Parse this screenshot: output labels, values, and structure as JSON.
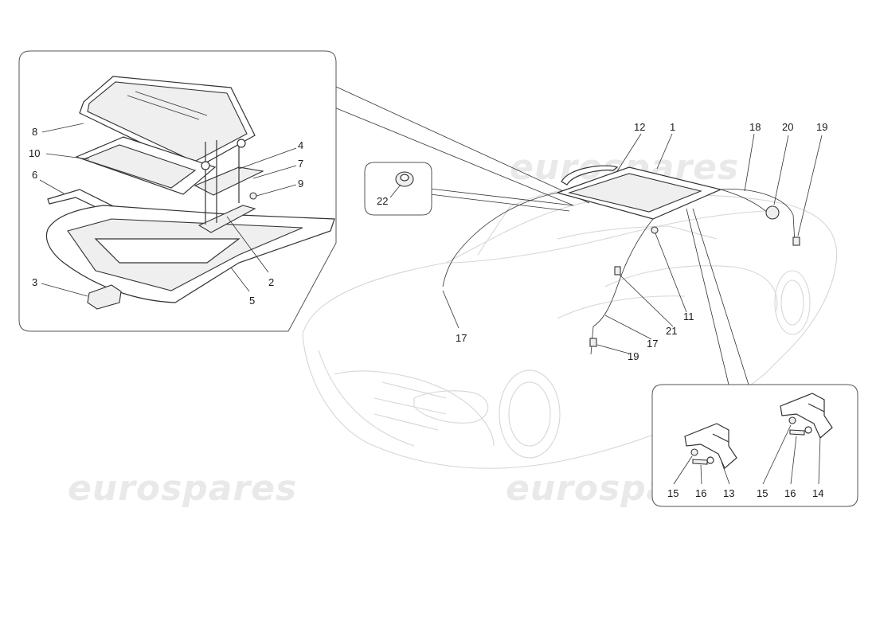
{
  "watermark": {
    "text": "eurospares"
  },
  "callouts": {
    "c1": "1",
    "c2": "2",
    "c3": "3",
    "c4": "4",
    "c5": "5",
    "c6": "6",
    "c7": "7",
    "c8": "8",
    "c9": "9",
    "c10": "10",
    "c11": "11",
    "c12": "12",
    "c13": "13",
    "c14": "14",
    "c15a": "15",
    "c15b": "15",
    "c16a": "16",
    "c16b": "16",
    "c17a": "17",
    "c17b": "17",
    "c18": "18",
    "c19a": "19",
    "c19b": "19",
    "c20": "20",
    "c21": "21",
    "c22": "22"
  }
}
